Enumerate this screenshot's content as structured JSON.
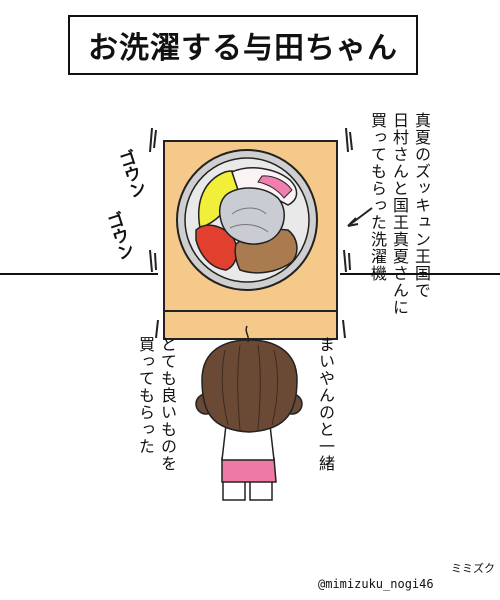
{
  "title": "お洗濯する与田ちゃん",
  "caption_right": "真夏のズッキュン王国で\n日村さんと国王真夏さんに\n買ってもらった洗濯機",
  "caption_middle": "まいやんのと一緒",
  "caption_left": "とても良いものを\n買ってもらった",
  "sfx_1": "ゴウン",
  "sfx_2": "ゴウン",
  "credit_handle": "@mimizuku_nogi46",
  "credit_name": "ミミズク",
  "colors": {
    "machine_body": "#f5c98a",
    "drum_yellow": "#f1ef3a",
    "drum_red": "#e2402f",
    "drum_brown": "#a97b4e",
    "drum_pink": "#f7d2e6",
    "hair": "#6b4a35",
    "shorts": "#ef79a6"
  }
}
